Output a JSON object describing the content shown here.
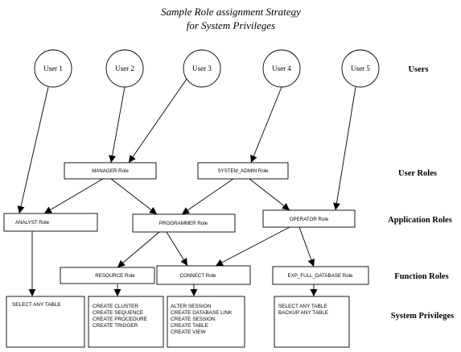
{
  "title": {
    "line1": "Sample Role assignment Strategy",
    "line2": "for System Privileges"
  },
  "tiers": {
    "users": "Users",
    "user_roles": "User Roles",
    "application_roles": "Application Roles",
    "function_roles": "Function Roles",
    "system_privileges": "System Privileges"
  },
  "users": [
    "User 1",
    "User 2",
    "User 3",
    "User 4",
    "User 5"
  ],
  "roles": {
    "manager": "MANAGER Role",
    "system_admin": "SYSTEM_ADMIN Role",
    "analyst": "ANALYST Role",
    "programmer": "PROGRAMMER Role",
    "operator": "OPERATOR Role",
    "resource": "RESOURCE Role",
    "connect": "CONNECT Role",
    "exp_full_database": "EXP_FULL_DATABASE Role"
  },
  "privileges": {
    "analyst": [
      "SELECT ANY TABLE"
    ],
    "resource": [
      "CREATE CLUSTER",
      "CREATE SEQUENCE",
      "CREATE PROCEDURE",
      "CREATE TRIGGER"
    ],
    "connect": [
      "ALTER SESSION",
      "CREATE DATABASE LINK",
      "CREATE SESSION",
      "CREATE TABLE",
      "CREATE VIEW"
    ],
    "exp_full_database": [
      "SELECT ANY TABLE",
      "BACKUP ANY TABLE"
    ]
  }
}
